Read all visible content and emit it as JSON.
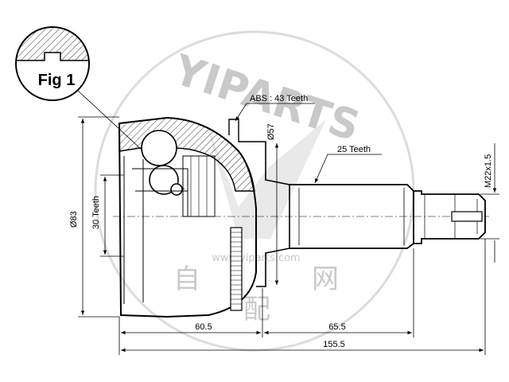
{
  "figure": {
    "label": "Fig 1"
  },
  "annotations": {
    "abs_teeth": "ABS : 43 Teeth",
    "shaft_teeth": "25 Teeth",
    "inner_teeth": "30 Teeth",
    "thread": "M22x1.5"
  },
  "dimensions": {
    "outer_diameter": "Ø83",
    "seal_diameter": "Ø57",
    "length_bell": "60.5",
    "length_shaft": "65.5",
    "length_total": "155.5"
  },
  "watermark": {
    "brand": "YIPARTS",
    "url": "www.yiparts.com",
    "char_1": "自",
    "char_2": "配",
    "char_3": "网"
  },
  "colors": {
    "line": "#000000",
    "watermark": "#c9c9c9"
  }
}
